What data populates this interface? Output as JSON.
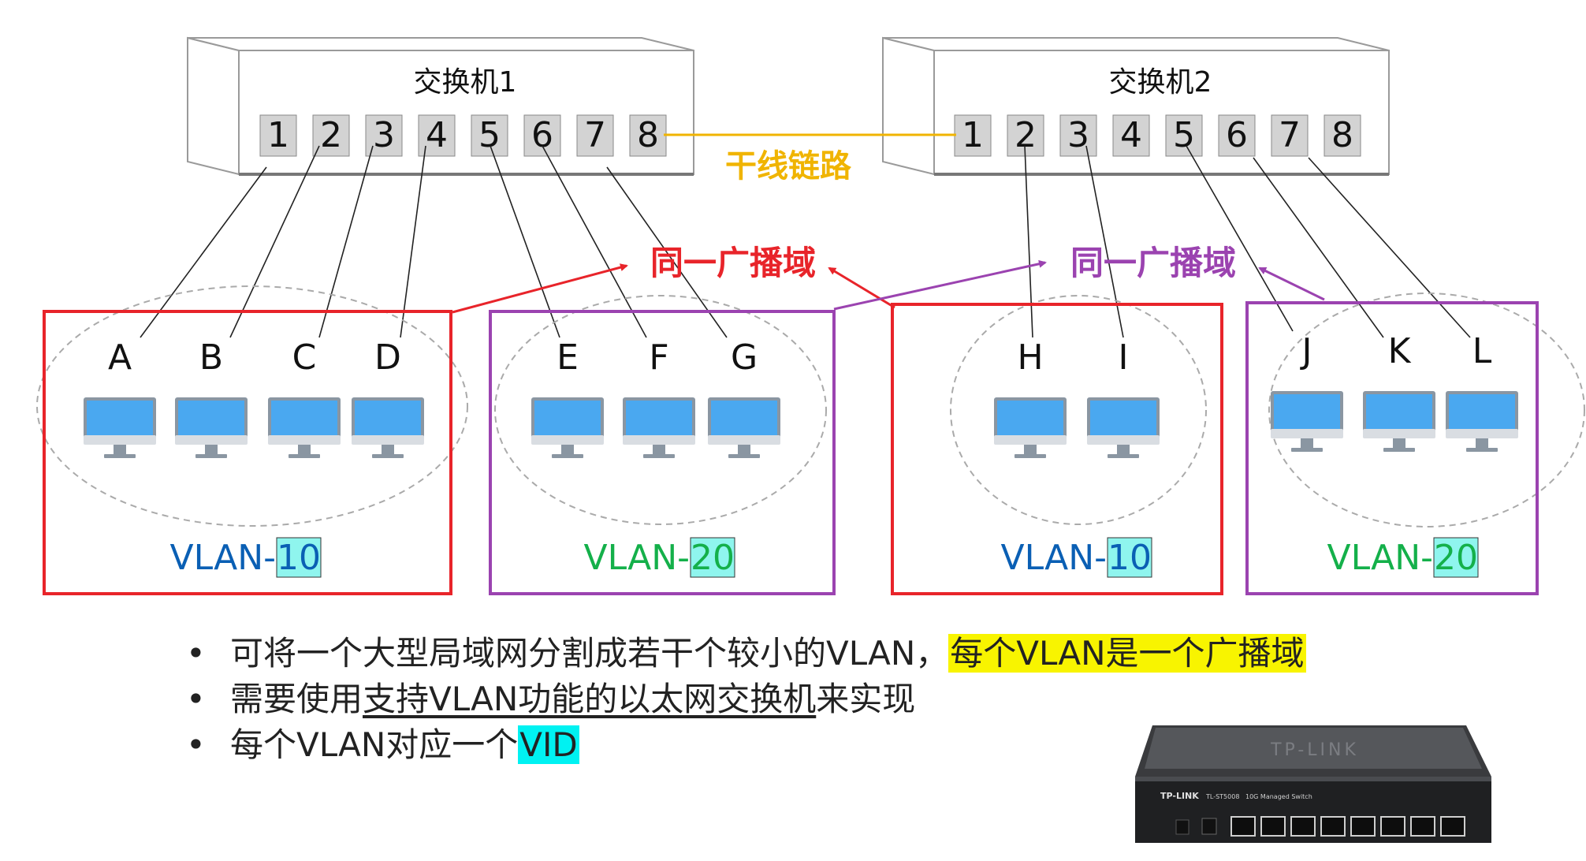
{
  "switches": [
    {
      "name": "交换机1",
      "ports": [
        "1",
        "2",
        "3",
        "4",
        "5",
        "6",
        "7",
        "8"
      ]
    },
    {
      "name": "交换机2",
      "ports": [
        "1",
        "2",
        "3",
        "4",
        "5",
        "6",
        "7",
        "8"
      ]
    }
  ],
  "trunk_label": "干线链路",
  "broadcast_labels": [
    "同一广播域",
    "同一广播域"
  ],
  "hosts": [
    "A",
    "B",
    "C",
    "D",
    "E",
    "F",
    "G",
    "H",
    "I",
    "J",
    "K",
    "L"
  ],
  "vlan_groups": [
    {
      "prefix": "VLAN-",
      "id": "10"
    },
    {
      "prefix": "VLAN-",
      "id": "20"
    },
    {
      "prefix": "VLAN-",
      "id": "10"
    },
    {
      "prefix": "VLAN-",
      "id": "20"
    }
  ],
  "bullets": {
    "marker": "•",
    "line1_pre": "可将一个大型局域网分割成若干个较小的VLAN，",
    "line1_hl": "每个VLAN是一个广播域",
    "line2_pre": "需要使用",
    "line2_ul": "支持VLAN功能的以太网交换机",
    "line2_post": "来实现",
    "line3_pre": "每个VLAN对应一个",
    "line3_hl": "VID"
  },
  "device_photo": {
    "brand": "TP-LINK",
    "model": "TL-ST5008",
    "subtitle": "10G Managed Switch"
  },
  "colors": {
    "red": "#e8242a",
    "purple": "#9b43b0",
    "trunk": "#f0b400",
    "vlan10_text": "#0a5fb4",
    "vlan20_text": "#14b04a",
    "vid_bg": "#8ff5ee",
    "monitor_screen": "#4aa8f0",
    "monitor_frame": "#8a96a2"
  }
}
